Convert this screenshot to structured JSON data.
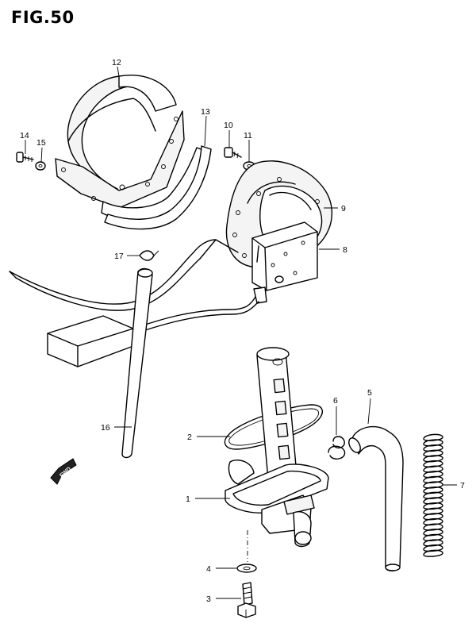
{
  "figure": {
    "title": "FIG.50"
  },
  "direction_marker": "FWD",
  "parts": [
    {
      "no": "1"
    },
    {
      "no": "2"
    },
    {
      "no": "3"
    },
    {
      "no": "4"
    },
    {
      "no": "5"
    },
    {
      "no": "6"
    },
    {
      "no": "7"
    },
    {
      "no": "8"
    },
    {
      "no": "9"
    },
    {
      "no": "10"
    },
    {
      "no": "11"
    },
    {
      "no": "12"
    },
    {
      "no": "13"
    },
    {
      "no": "14"
    },
    {
      "no": "15"
    },
    {
      "no": "16"
    },
    {
      "no": "17"
    }
  ]
}
